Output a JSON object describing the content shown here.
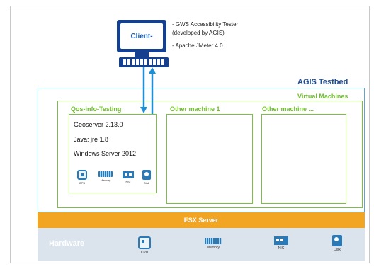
{
  "client": {
    "screen_label": "Client-",
    "notes": [
      "- GWS Accessibility Tester",
      "(developed by AGIS)",
      "- Apache JMeter 4.0"
    ]
  },
  "testbed": {
    "title": "AGIS Testbed",
    "vm_label": "Virtual Machines",
    "machines": [
      {
        "title": "Qos-info-Testing",
        "specs": [
          "Geoserver 2.13.0",
          "Java: jre 1.8",
          "Windows Server 2012"
        ],
        "icon_labels": [
          "CPU",
          "Memory",
          "NIC",
          "Disk"
        ]
      },
      {
        "title": "Other machine 1"
      },
      {
        "title": "Other machine ..."
      }
    ]
  },
  "esx_label": "ESX Server",
  "hardware": {
    "label": "Hardware",
    "items": [
      "CPU",
      "Memory",
      "NIC",
      "Disk"
    ]
  },
  "colors": {
    "client": "#14408f",
    "testbed_border": "#5aa9cf",
    "vm_green": "#7bc043",
    "esx": "#f2a523",
    "hardware_bg": "#dbe3ec",
    "arrow": "#1f8fd6"
  }
}
